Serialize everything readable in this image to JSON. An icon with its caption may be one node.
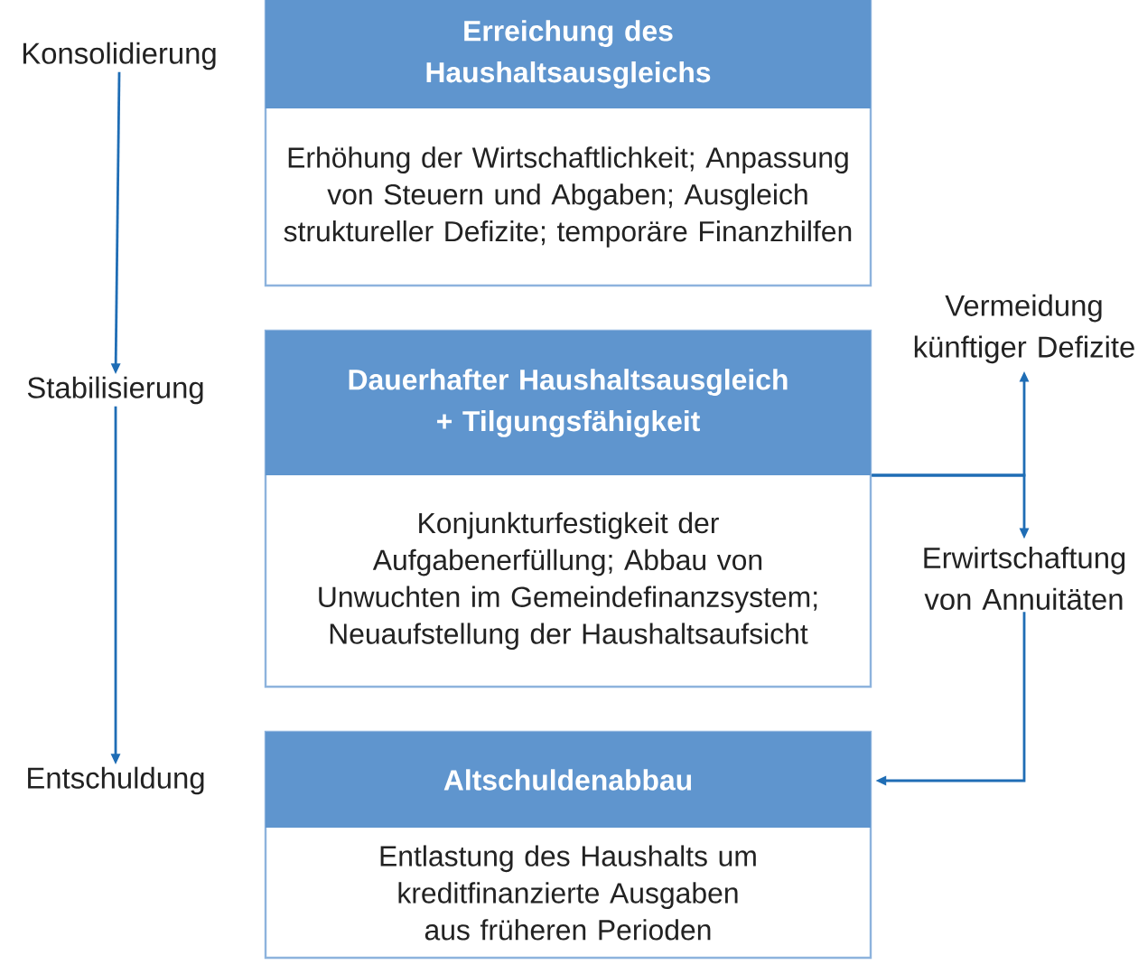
{
  "diagram": {
    "nodes": [
      {
        "text": [
          "Konsolidierung"
        ]
      },
      {
        "text": [
          "Erreichung des Haushaltsausgleichs",
          "Erhöhung der Wirtschaftlichkeit; Anpassung von Steuern und Abgaben; Ausgleich struktureller Defizite; temporäre Finanzhilfen"
        ]
      },
      {
        "text": [
          "Stabilisierung"
        ]
      },
      {
        "text": [
          "Dauerhafter Haushaltsausgleich + Tilgungsfähigkeit",
          "Konjunkturfestigkeit der Aufgabenerfüllung; Abbau von Unwuchten im Gemeindefinanzsystem; Neuaufstellung der Haushaltsaufsicht"
        ]
      },
      {
        "text": [
          "Vermeidung künftiger Defizite"
        ]
      },
      {
        "text": [
          "Erwirtschaftung von Annuitäten"
        ]
      },
      {
        "text": [
          "Entschuldung"
        ]
      },
      {
        "text": [
          "Altschuldenabbau",
          "Entlastung des Haushalts um kreditfinanzierte Ausgaben aus früheren Perioden"
        ]
      }
    ],
    "edges": [
      {
        "from": 0,
        "to": 2,
        "arrow": "to"
      },
      {
        "from": 2,
        "to": 6,
        "arrow": "to"
      },
      {
        "from": 3,
        "to": 4,
        "arrow": "to"
      },
      {
        "from": 3,
        "to": 5,
        "arrow": "to"
      },
      {
        "from": 5,
        "to": 7,
        "arrow": "to"
      }
    ]
  }
}
